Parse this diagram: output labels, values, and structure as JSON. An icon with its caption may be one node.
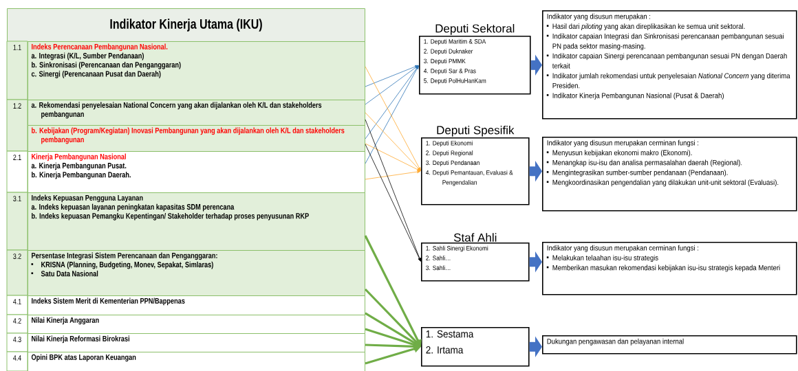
{
  "diagram": {
    "title": "Indikator Kinerja Utama  (IKU)",
    "nodes": [
      {
        "text": [
          "Indeks Perencanaan Pembangunan Nasional.",
          "a. Integrasi (K/L, Sumber Pendanaan)",
          "b. Sinkronisasi (Perencanaan dan Penganggaran)",
          "c. Sinergi (Perencanaan Pusat dan Daerah)"
        ]
      },
      {
        "text": [
          "a. Rekomendasi penyelesaian National Concern yang akan dijalankan oleh K/L dan stakeholders pembangunan"
        ]
      },
      {
        "text": [
          "b. Kebijakan (Program/Kegiatan) Inovasi Pembangunan yang akan dijalankan oleh K/L dan stakeholders pembangunan"
        ]
      },
      {
        "text": [
          "Kinerja Pembangunan Nasional",
          "a. Kinerja Pembangunan Pusat.",
          "b. Kinerja Pembangunan Daerah."
        ]
      },
      {
        "text": [
          "Indeks Kepuasan Pengguna Layanan",
          "a. Indeks kepuasan layanan peningkatan kapasitas SDM perencana",
          "b. Indeks kepuasan Pemangku Kepentingan/ Stakeholder terhadap proses penyusunan RKP"
        ]
      },
      {
        "text": [
          "Persentase Integrasi Sistem Perencanaan dan Penganggaran:",
          "KRISNA (Planning, Budgeting, Monev, Sepakat, Simlaras)",
          "Satu Data Nasional"
        ]
      },
      {
        "text": [
          "Indeks Sistem Merit di Kementerian PPN/Bappenas"
        ]
      },
      {
        "text": [
          "Nilai Kinerja Anggaran"
        ]
      },
      {
        "text": [
          "Nilai Kinerja Reformasi Birokrasi"
        ]
      },
      {
        "text": [
          "Opini BPK atas Laporan Keuangan"
        ]
      },
      {
        "text": [
          "Deputi Sektoral",
          "1. Deputi Maritim & SDA",
          "2. Deputi Duknaker",
          "3. Deputi PMMK",
          "4. Deputi Sar & Pras",
          "5. Deputi PolHuHanKam"
        ]
      },
      {
        "text": [
          "Indikator yang disusun merupakan :",
          "Hasil dari *piloting* yang akan direplikasikan ke semua unit sektoral.",
          "Indikator capaian Integrasi dan Sinkronisasi perencanaan pembangunan sesuai PN pada sektor masing-masing.",
          "Indikator capaian Sinergi perencanaan pembangunan sesuai PN dengan Daerah terkait",
          "Indikator jumlah rekomendasi untuk penyelesaian *National Concern* yang diterima Presiden.",
          "Indikator Kinerja Pembangunan Nasional (Pusat & Daerah)"
        ]
      },
      {
        "text": [
          "Deputi Spesifik",
          "1. Deputi Ekonomi",
          "2. Deputi Regional",
          "3. Deputi Pendanaan",
          "4. Deputi Pemantauan, Evaluasi & Pengendalian"
        ]
      },
      {
        "text": [
          "Indikator yang disusun merupakan cerminan fungsi :",
          "Menyusun kebijakan ekonomi makro (Ekonomi).",
          "Menangkap isu-isu dan analisa permasalahan daerah (Regional).",
          "Mengintegrasikan sumber-sumber pendanaan (Pendanaan).",
          "Mengkoordinasikan pengendalian yang dilakukan unit-unit sektoral (Evaluasi)."
        ]
      },
      {
        "text": [
          "Staf Ahli",
          "1. Sahli Sinergi Ekonomi",
          "2. Sahli…",
          "3. Sahli…"
        ]
      },
      {
        "text": [
          "Indikator yang disusun merupakan cerminan fungsi :",
          "Melakukan telaahan isu-isu strategis",
          "Memberikan masukan rekomendasi kebijakan isu-isu strategis kepada Menteri"
        ]
      },
      {
        "text": [
          "1. Sestama",
          "2. Irtama"
        ]
      },
      {
        "text": [
          "Dukungan pengawasan dan pelayanan internal"
        ]
      }
    ],
    "edges": [
      {
        "from": 0,
        "to": 10,
        "arrow": "to",
        "color": "#2e75b6"
      },
      {
        "from": 1,
        "to": 10,
        "arrow": "to",
        "color": "#2e75b6"
      },
      {
        "from": 2,
        "to": 10,
        "arrow": "to",
        "color": "#2e75b6"
      },
      {
        "from": 3,
        "to": 10,
        "arrow": "to",
        "color": "#2e75b6"
      },
      {
        "from": 0,
        "to": 12,
        "arrow": "to",
        "color": "#ffa82e"
      },
      {
        "from": 1,
        "to": 12,
        "arrow": "to",
        "color": "#ffa82e"
      },
      {
        "from": 2,
        "to": 12,
        "arrow": "to",
        "color": "#ffa82e"
      },
      {
        "from": 3,
        "to": 12,
        "arrow": "to",
        "color": "#ffa82e"
      },
      {
        "from": 1,
        "to": 14,
        "arrow": "to",
        "color": "#000000"
      },
      {
        "from": 2,
        "to": 14,
        "arrow": "to",
        "color": "#000000"
      },
      {
        "from": 4,
        "to": 16,
        "arrow": "to",
        "style": "thick"
      },
      {
        "from": 5,
        "to": 16,
        "arrow": "to",
        "style": "thick"
      },
      {
        "from": 6,
        "to": 16,
        "arrow": "to",
        "style": "thick"
      },
      {
        "from": 7,
        "to": 16,
        "arrow": "to",
        "style": "thick"
      },
      {
        "from": 8,
        "to": 16,
        "arrow": "to",
        "style": "thick"
      },
      {
        "from": 9,
        "to": 16,
        "arrow": "to",
        "style": "thick"
      },
      {
        "from": 10,
        "to": 11,
        "arrow": "to",
        "style": "thick",
        "color": "#4472c4"
      },
      {
        "from": 12,
        "to": 13,
        "arrow": "to",
        "style": "thick",
        "color": "#4472c4"
      },
      {
        "from": 14,
        "to": 15,
        "arrow": "to",
        "style": "thick",
        "color": "#4472c4"
      },
      {
        "from": 16,
        "to": 17,
        "arrow": "to",
        "style": "thick",
        "color": "#4472c4"
      }
    ],
    "labels": [
      "1.1",
      "1.2",
      "2.1",
      "3.1",
      "3.2",
      "4.1",
      "4.2",
      "4.3",
      "4.4"
    ]
  }
}
